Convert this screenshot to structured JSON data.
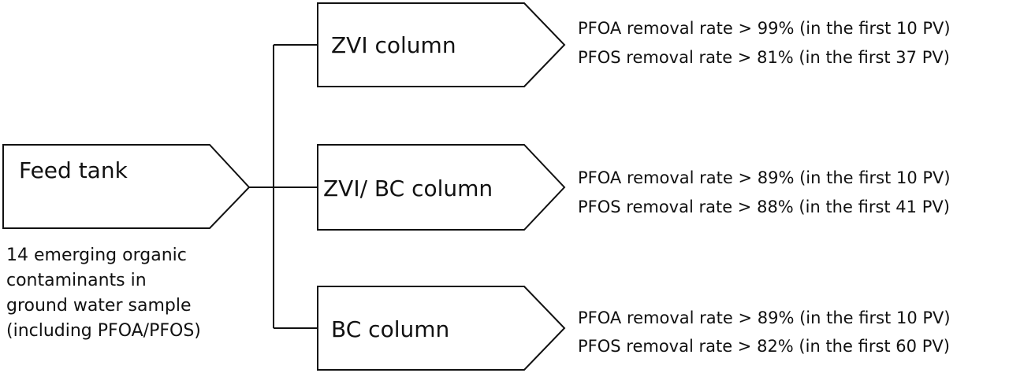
{
  "source": {
    "label": "Feed tank",
    "note_lines": [
      "14 emerging organic",
      "contaminants in",
      "ground water sample",
      "(including PFOA/PFOS)"
    ]
  },
  "columns": [
    {
      "label": "ZVI column",
      "results": [
        "PFOA removal rate > 99% (in the first 10 PV)",
        "PFOS removal rate > 81% (in the first 37 PV)"
      ]
    },
    {
      "label": "ZVI/ BC column",
      "results": [
        "PFOA removal rate > 89% (in the first 10 PV)",
        "PFOS removal rate > 88% (in the first 41 PV)"
      ]
    },
    {
      "label": "BC column",
      "results": [
        "PFOA removal rate > 89% (in the first 10 PV)",
        "PFOS removal rate > 82% (in the first 60 PV)"
      ]
    }
  ]
}
